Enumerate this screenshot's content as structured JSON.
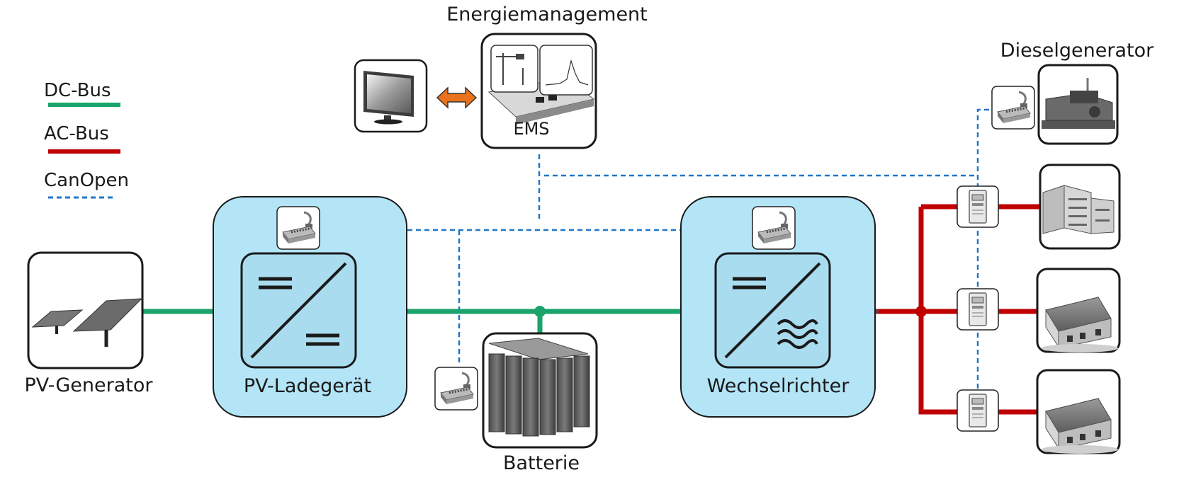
{
  "title": "Energiemanagement",
  "legend": [
    {
      "label": "DC-Bus",
      "color": "#1aa36a",
      "style": "solid"
    },
    {
      "label": "AC-Bus",
      "color": "#c00000",
      "style": "solid"
    },
    {
      "label": "CanOpen",
      "color": "#1f77c8",
      "style": "dashed"
    }
  ],
  "labels": {
    "ems": "EMS",
    "pv_generator": "PV-Generator",
    "pv_charger": "PV-Ladegerät",
    "battery": "Batterie",
    "inverter": "Wechselrichter",
    "diesel": "Dieselgenerator"
  },
  "colors": {
    "dc_bus": "#1aa36a",
    "ac_bus": "#c00000",
    "canopen": "#1f77c8",
    "converter_box": "#b3e5f7",
    "arrow": "#e8731c"
  },
  "icons": [
    "computer-monitor-icon",
    "ems-controller-icon",
    "solar-panel-icon",
    "battery-bank-icon",
    "can-module-icon",
    "energy-meter-icon",
    "diesel-generator-icon",
    "office-building-icon",
    "house-icon"
  ]
}
